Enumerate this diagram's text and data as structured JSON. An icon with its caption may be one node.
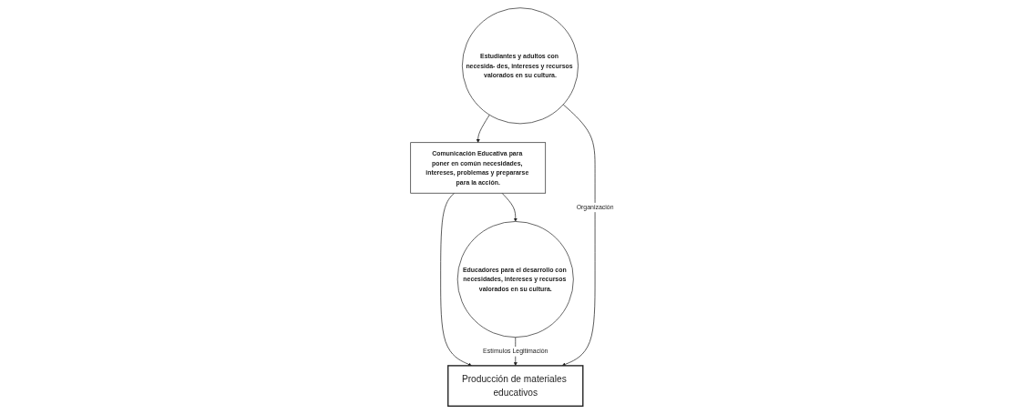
{
  "diagram": {
    "nodes": [
      {
        "text": [
          "Educadores para el desarrollo con necesidades, intereses y recursos valorados en su cultura."
        ]
      },
      {
        "text": [
          "Comunicación Educativa para poner en común necesidades, intereses, problemas y prepararse para la acción."
        ]
      },
      {
        "text": [
          "Estudiantes y adultos con necesida- des, intereses y recursos valorados en su cultura."
        ]
      },
      {
        "text": [
          "Producción de materiales educativos"
        ]
      }
    ],
    "edges": [
      {
        "from": 1,
        "to": 0,
        "arrow": "to"
      },
      {
        "from": 2,
        "to": 1,
        "arrow": "to"
      },
      {
        "from": 1,
        "to": 3,
        "arrow": "to"
      },
      {
        "from": 0,
        "to": 3,
        "arrow": "to",
        "label": "Estímulos Legitimación"
      },
      {
        "from": 2,
        "to": 3,
        "arrow": "to",
        "label": "Organización"
      }
    ]
  }
}
